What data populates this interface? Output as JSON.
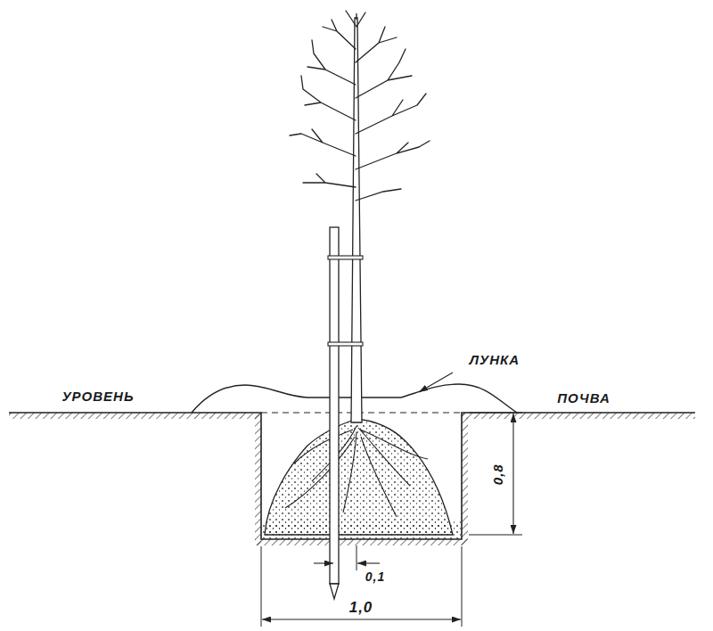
{
  "diagram": {
    "labels": [
      "ЛУНКА",
      "УРОВЕНЬ",
      "ПОЧВА",
      "0,8",
      "0,1",
      "1,0"
    ]
  }
}
